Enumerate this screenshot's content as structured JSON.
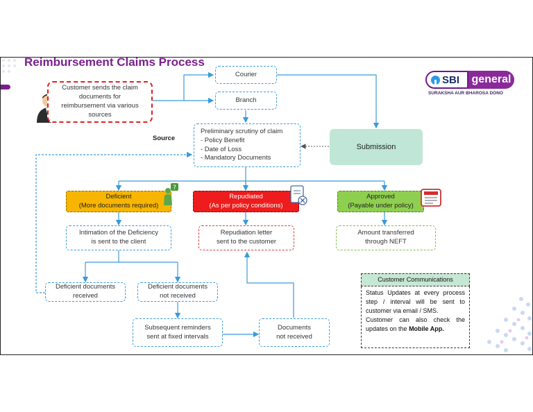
{
  "title": "Reimbursement Claims Process",
  "logo": {
    "brand": "SBI",
    "product": "general",
    "tagline": "SURAKSHA AUR BHAROSA DONO"
  },
  "nodes": {
    "customer": "Customer sends the claim\ndocuments for\nreimbursement via various\nsources",
    "courier": "Courier",
    "branch": "Branch",
    "source_label": "Source",
    "scrutiny": "Preliminary scrutiny of claim\n- Policy Benefit\n- Date of Loss\n- Mandatory Documents",
    "submission": "Submission",
    "deficient": "Deficient\n(More documents required)",
    "repudiated": "Repudiated\n(As per policy conditions)",
    "approved": "Approved\n(Payable under policy)",
    "intimation": "Intimation of the Deficiency\nis sent to the client",
    "repudiation_letter": "Repudiation letter\nsent to the customer",
    "amount_transferred": "Amount transferred\nthrough NEFT",
    "deficient_received": "Deficient documents\nreceived",
    "deficient_not_received": "Deficient documents\nnot received",
    "reminders": "Subsequent reminders\nsent at fixed intervals",
    "documents_not_received": "Documents\nnot received"
  },
  "customer_communications": {
    "heading": "Customer Communications",
    "line1": "Status Updates at every process step / interval will be sent to customer via email / SMS.",
    "line2_prefix": "Customer can also check the updates on the ",
    "line2_bold": "Mobile App."
  },
  "colors": {
    "title": "#7a1f8c",
    "arrow": "#3a9ad9",
    "deficient": "#f7b500",
    "repudiated": "#ee1c1c",
    "approved": "#8fcf4f",
    "submission": "#bfe6d6"
  }
}
